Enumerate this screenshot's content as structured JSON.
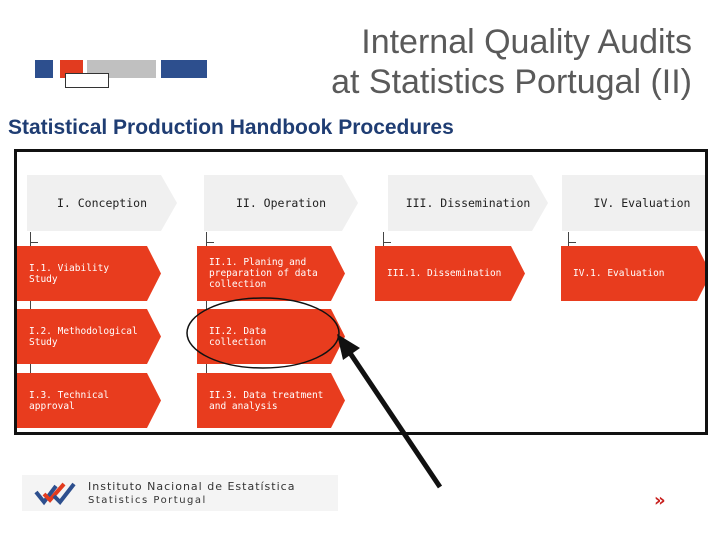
{
  "header": {
    "title_line1": "Internal Quality Audits",
    "title_line2": "at Statistics Portugal (II)",
    "colors": {
      "blue": "#2d4f8e",
      "red": "#e23b1f",
      "grey": "#c0c0c0"
    }
  },
  "subtitle": "Statistical Production Handbook Procedures",
  "diagram": {
    "phases": [
      "I. Conception",
      "II. Operation",
      "III. Dissemination",
      "IV. Evaluation"
    ],
    "conception": [
      "I.1. Viability Study",
      "I.2. Methodological Study",
      "I.3. Technical approval"
    ],
    "operation": [
      "II.1. Planing and preparation of data collection",
      "II.2. Data collection",
      "II.3. Data treatment and analysis"
    ],
    "dissemination": [
      "III.1. Dissemination"
    ],
    "evaluation": [
      "IV.1. Evaluation"
    ],
    "box_color": "#e83c1e",
    "highlight": "II.2. Data collection"
  },
  "footer": {
    "org_name": "Instituto Nacional de Estatística",
    "org_name_en": "Statistics Portugal",
    "next_glyph": "»"
  }
}
